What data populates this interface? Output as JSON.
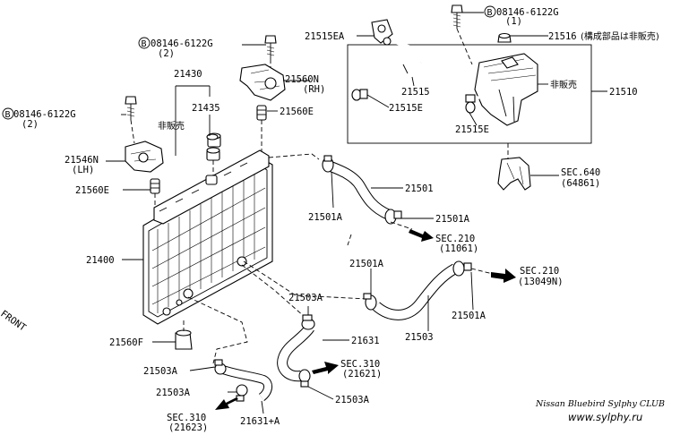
{
  "labels": {
    "bolt_top_right": "08146-6122G",
    "bolt_top_right_qty": "(1)",
    "cap_part": "21516",
    "cap_note": "(構成部品は非販売)",
    "hose_bracket": "21515EA",
    "bolt_top_left": "08146-6122G",
    "bolt_top_left_qty": "(2)",
    "mount_rh": "21560N",
    "mount_rh_side": "(RH)",
    "reservoir_hose": "21515",
    "reservoir_clip": "21515E",
    "reservoir_clip2": "21515E",
    "not_sold_right": "非販売",
    "reservoir_assy": "21510",
    "drain_group": "21430",
    "drain_plug": "21435",
    "not_sold_left": "非販売",
    "bushing_upper_right": "21560E",
    "bolt_left": "08146-6122G",
    "bolt_left_qty": "(2)",
    "mount_lh": "21546N",
    "mount_lh_side": "(LH)",
    "bushing_upper_left": "21560E",
    "radiator": "21400",
    "bushing_lower": "21560F",
    "sec640": "SEC.640",
    "sec640_ref": "(64861)",
    "upper_hose": "21501",
    "upper_clamp_left": "21501A",
    "upper_clamp_right": "21501A",
    "sec210_a": "SEC.210",
    "sec210_a_ref": "(11061)",
    "lower_clamp_top": "21501A",
    "sec210_b": "SEC.210",
    "sec210_b_ref": "(13049N)",
    "lower_clamp_right": "21501A",
    "lower_hose": "21503",
    "clamp_21503a_top": "21503A",
    "hose_21631": "21631",
    "sec310_a": "SEC.310",
    "sec310_a_ref": "(21621)",
    "clamp_21503a_right": "21503A",
    "clamp_21503a_left1": "21503A",
    "clamp_21503a_left2": "21503A",
    "sec310_b": "SEC.310",
    "sec310_b_ref": "(21623)",
    "hose_21631a": "21631+A",
    "front": "FRONT",
    "credit_1": "Nissan Bluebird Sylphy CLUB",
    "credit_2": "www.sylphy.ru",
    "circle_b": "B"
  }
}
